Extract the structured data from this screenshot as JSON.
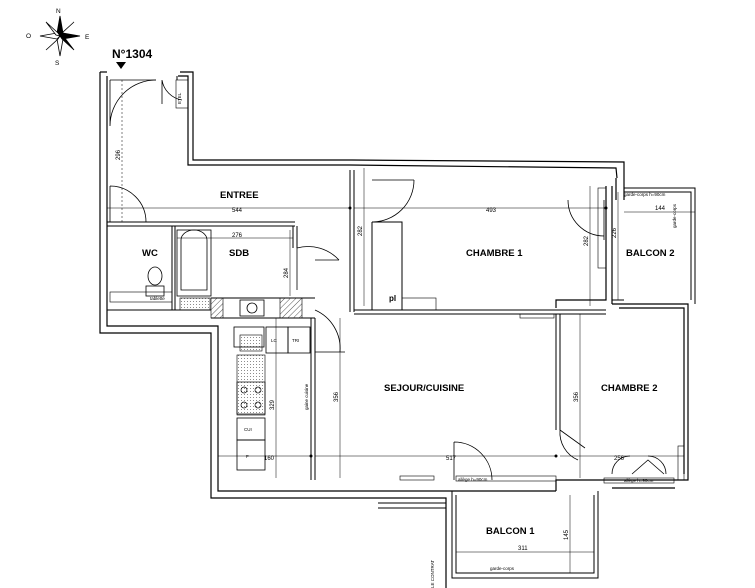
{
  "unit_label": "N°1304",
  "compass": {
    "north": "N",
    "south": "S",
    "east": "E",
    "west": "O"
  },
  "rooms": {
    "entree": "ENTREE",
    "wc": "WC",
    "sdb": "SDB",
    "chambre1": "CHAMBRE 1",
    "balcon2": "BALCON 2",
    "sejour": "SEJOUR/CUISINE",
    "chambre2": "CHAMBRE 2",
    "balcon1": "BALCON 1"
  },
  "dimensions": {
    "entree_width": "544",
    "corridor_height": "296",
    "chambre1_width": "493",
    "balcon2_width": "144",
    "balcon2_height": "226",
    "sdb_width": "276",
    "sdb_height": "284",
    "wall_a": "282",
    "wall_b": "282",
    "kitchen_height": "329",
    "sejour_height": "356",
    "chambre2_height": "356",
    "kitchen_width": "160",
    "sejour_width": "517",
    "chambre2_width": "256",
    "balcon1_width": "311",
    "balcon1_height": "145"
  },
  "fixtures": {
    "tablette": "tablette",
    "placard": "pl",
    "lc": "LC",
    "tri": "TRI",
    "cui": "CUI",
    "f": "F",
    "etel": "ETEL",
    "garde_corps": "garde-corps",
    "garde_corps_h": "garde-corps h=90cm",
    "allege": "allège h=90cm",
    "gaine_cuisine": "gaine cuisine",
    "garde_corps_b2": "garde-corps",
    "edge_label": "LE CONTRAT"
  }
}
